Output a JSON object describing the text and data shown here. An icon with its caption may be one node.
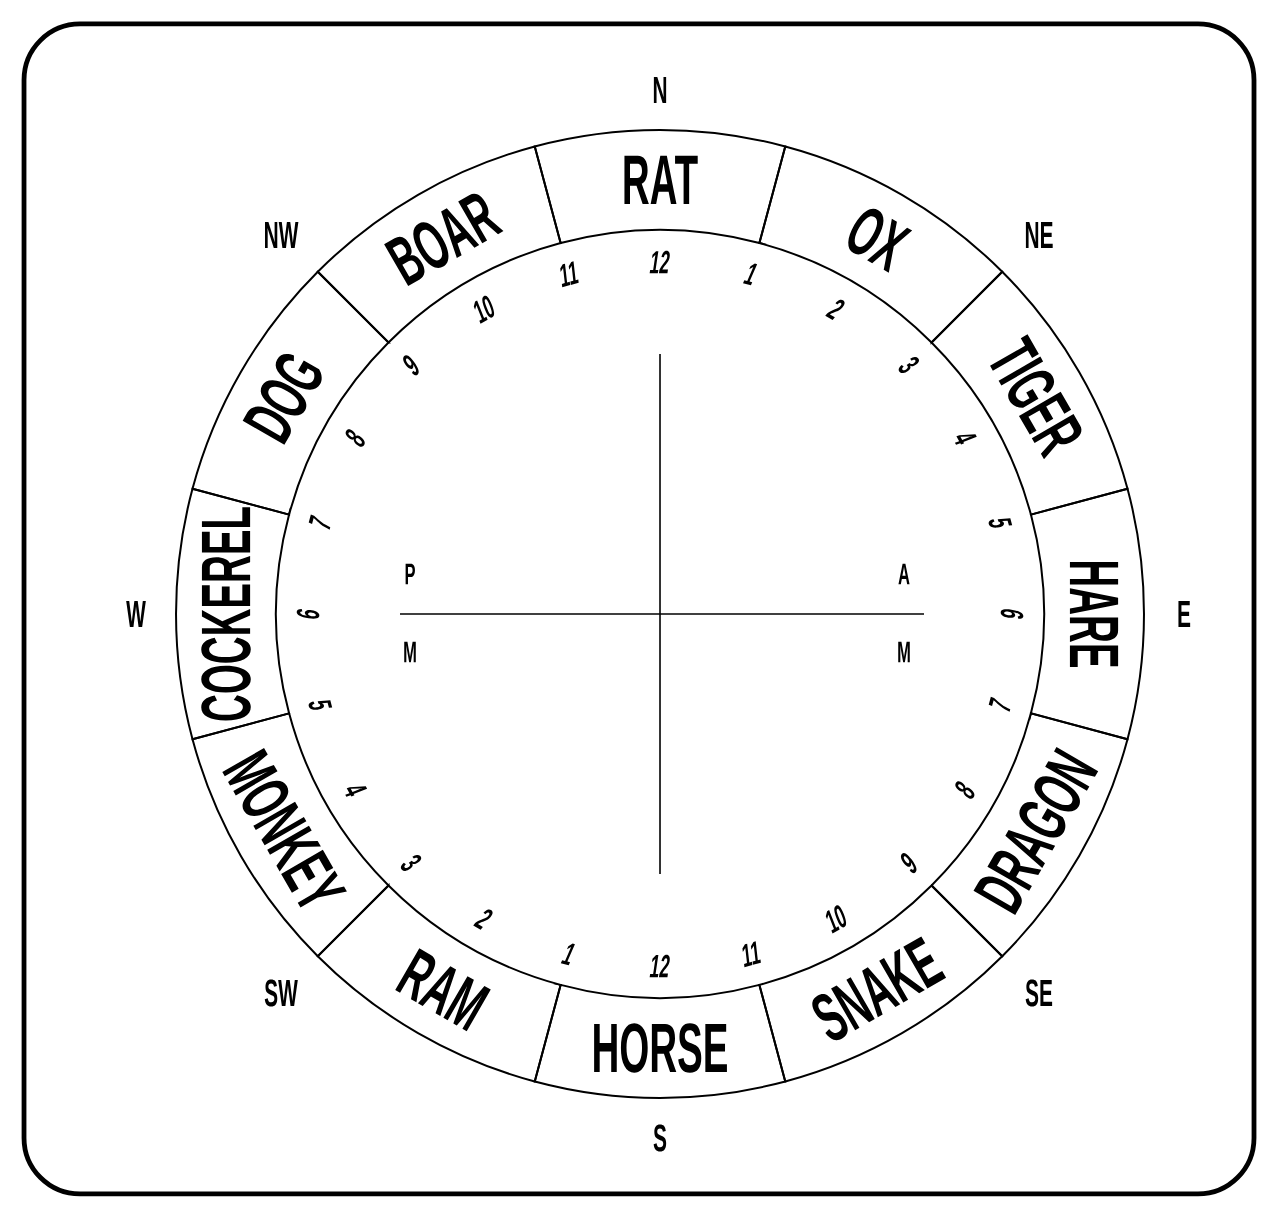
{
  "diagram": {
    "nodes": [
      {
        "text": [
          "RAT"
        ]
      },
      {
        "text": [
          "OX"
        ]
      },
      {
        "text": [
          "TIGER"
        ]
      },
      {
        "text": [
          "HARE"
        ]
      },
      {
        "text": [
          "DRAGON"
        ]
      },
      {
        "text": [
          "SNAKE"
        ]
      },
      {
        "text": [
          "HORSE"
        ]
      },
      {
        "text": [
          "RAM"
        ]
      },
      {
        "text": [
          "MONKEY"
        ]
      },
      {
        "text": [
          "COCKEREL"
        ]
      },
      {
        "text": [
          "DOG"
        ]
      },
      {
        "text": [
          "BOAR"
        ]
      }
    ],
    "labels": [
      "N",
      "NE",
      "E",
      "SE",
      "S",
      "SW",
      "W",
      "NW",
      "12",
      "1",
      "2",
      "3",
      "4",
      "5",
      "6",
      "7",
      "8",
      "9",
      "10",
      "11",
      "12",
      "1",
      "2",
      "3",
      "4",
      "5",
      "6",
      "7",
      "8",
      "9",
      "10",
      "11",
      "P",
      "A",
      "M",
      "M"
    ]
  }
}
